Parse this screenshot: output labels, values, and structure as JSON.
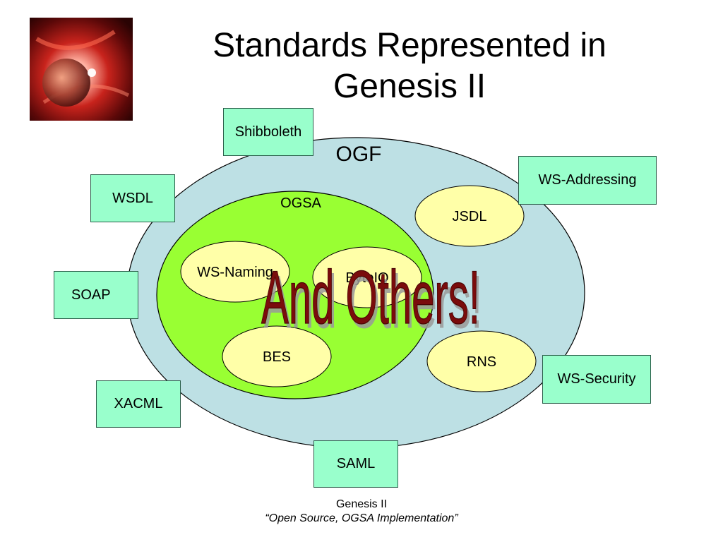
{
  "slide": {
    "title_line1": "Standards Represented in",
    "title_line2": "Genesis II",
    "logo_icon": "nebula-image"
  },
  "diagram": {
    "outer_label": "OGF",
    "inner_label": "OGSA",
    "inner_items": [
      "WS-Naming",
      "ByteIO",
      "BES"
    ],
    "outer_items": [
      "JSDL",
      "RNS"
    ],
    "external_boxes": [
      "Shibboleth",
      "WS-Addressing",
      "WSDL",
      "SOAP",
      "XACML",
      "WS-Security",
      "SAML"
    ],
    "overlay_text": "And Others!"
  },
  "footer": {
    "line1": "Genesis II",
    "line2": "“Open Source, OGSA Implementation”"
  },
  "colors": {
    "outer_ellipse": "#bde0e4",
    "inner_ellipse": "#99ff33",
    "small_ellipse": "#ffffa8",
    "box_fill": "#99ffcc",
    "overlay_text": "#7a0c0c"
  }
}
